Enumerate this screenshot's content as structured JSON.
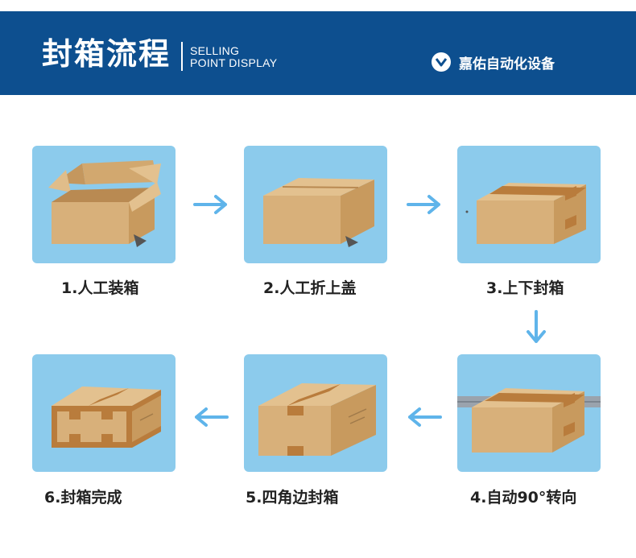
{
  "header": {
    "title": "封箱流程",
    "subtitle_line1": "SELLING",
    "subtitle_line2": "POINT DISPLAY",
    "brand": "嘉佑自动化设备",
    "brand_icon": "chevron-down-icon",
    "background_color": "#0d4f8f"
  },
  "steps": [
    {
      "label": "1.人工装箱"
    },
    {
      "label": "2.人工折上盖"
    },
    {
      "label": "3.上下封箱"
    },
    {
      "label": "4.自动90°转向"
    },
    {
      "label": "5.四角边封箱"
    },
    {
      "label": "6.封箱完成"
    }
  ],
  "colors": {
    "panel": "#8ccbec",
    "arrow": "#5fb4ea",
    "box_front": "#d8b07a",
    "box_side": "#c89a5e",
    "box_top": "#e3c18f",
    "tape": "#b97c3c"
  }
}
